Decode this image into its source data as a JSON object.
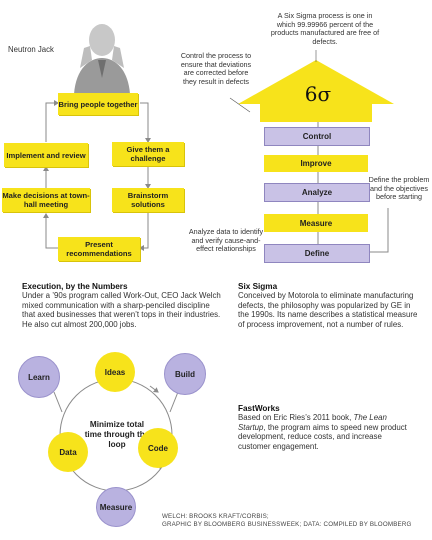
{
  "colors": {
    "yellow": "#f7e31b",
    "purple": "#c9c2e6",
    "arrow": "#8a8a8a"
  },
  "workout": {
    "photo_label": "Neutron Jack",
    "steps": [
      "Bring people together",
      "Give them a challenge",
      "Brainstorm solutions",
      "Present recommendations",
      "Make decisions at town-hall meeting",
      "Implement and review"
    ]
  },
  "sixsigma": {
    "note_top": "A Six Sigma process is one in which 99.99966 percent of the products manufactured are free of defects.",
    "note_control": "Control the process to ensure that deviations are corrected before they result in defects",
    "note_define": "Define the problem and the objectives before starting",
    "note_analyze": "Analyze data to identify and verify cause-and-effect relationships",
    "symbol": "6σ",
    "steps": [
      "Control",
      "Improve",
      "Analyze",
      "Measure",
      "Define"
    ]
  },
  "text": {
    "execution_head": "Execution, by the Numbers",
    "execution_body": "Under a ’90s program called Work-Out, CEO Jack Welch mixed communication with a sharp-penciled discipline that axed businesses that weren’t tops in their industries. He also cut almost 200,000 jobs.",
    "sixsigma_head": "Six Sigma",
    "sixsigma_body": "Conceived by Motorola to eliminate manufacturing defects, the philosophy was popularized by GE in the 1990s. Its name describes a statistical measure of process improvement, not a number of rules.",
    "fastworks_head": "FastWorks",
    "fastworks_body_pre": "Based on Eric Ries’s 2011 book, ",
    "fastworks_book": "The Lean Startup",
    "fastworks_body_post": ", the program aims to speed new product development, reduce costs, and increase customer engagement."
  },
  "fastworks": {
    "center": "Minimize total time through the loop",
    "nodes": [
      "Ideas",
      "Build",
      "Code",
      "Measure",
      "Data",
      "Learn"
    ]
  },
  "credits": [
    "WELCH: BROOKS KRAFT/CORBIS;",
    "GRAPHIC BY BLOOMBERG BUSINESSWEEK; DATA: COMPILED BY BLOOMBERG"
  ]
}
